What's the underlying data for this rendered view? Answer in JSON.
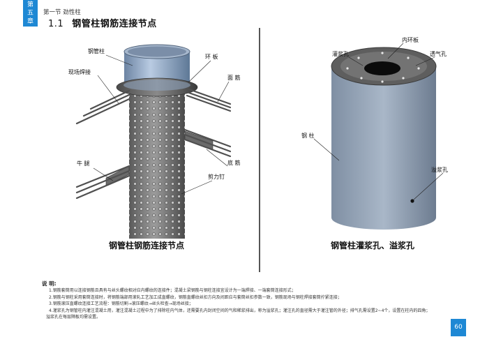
{
  "header": {
    "chapter_tab": [
      "第",
      "五",
      "章"
    ],
    "section": "第一节  劲性柱",
    "title_number": "1.1",
    "title": "钢管柱钢筋连接节点"
  },
  "figures": {
    "left": {
      "caption": "钢管柱钢筋连接节点",
      "labels": {
        "steel_tube": "钢管柱",
        "field_weld": "现场焊接",
        "ring_plate": "环 板",
        "top_bar": "面 筋",
        "corbel": "牛 腿",
        "bottom_bar": "底 筋",
        "shear_stud": "剪力钉"
      }
    },
    "right": {
      "caption": "钢管柱灌浆孔、溢浆孔",
      "labels": {
        "inner_ring": "内环板",
        "grout_hole": "灌浆孔",
        "vent_hole": "透气孔",
        "steel_column": "钢 柱",
        "overflow_hole": "溢浆孔"
      }
    }
  },
  "notes": {
    "title": "说 明:",
    "items": [
      "1.钢筋套筒用以连接钢筋且具有与丝头螺纹相对应内螺纹的连接件；混凝土梁钢筋与钢柱连接宜设计为一端焊接、一端套筒连接形式；",
      "2.钢筋与钢柱采用套筒连接时，将钢筋端部用滚轧工艺加工成直螺纹，钢筋直螺纹丝扣方向及间距应与套筒丝扣参数一致，钢筋现场与钢柱焊接套筒拧紧连接；",
      "3.钢筋滚压直螺纹连接工艺流程：钢筋切割→滚压螺纹→丝头检查→现场丝接；",
      "4.灌浆孔为钢管柱内灌注混凝土用，灌注混凝土过程中为了排除柱内气体，还需要孔内封闭空间的气和稀浆排出，称为溢浆孔；灌注孔的直径需大于灌注管的外径；排气孔需设置2~4个，设置在柱内的四角；溢浆孔在每层隔板均需设置。"
    ]
  },
  "page_number": "60"
}
